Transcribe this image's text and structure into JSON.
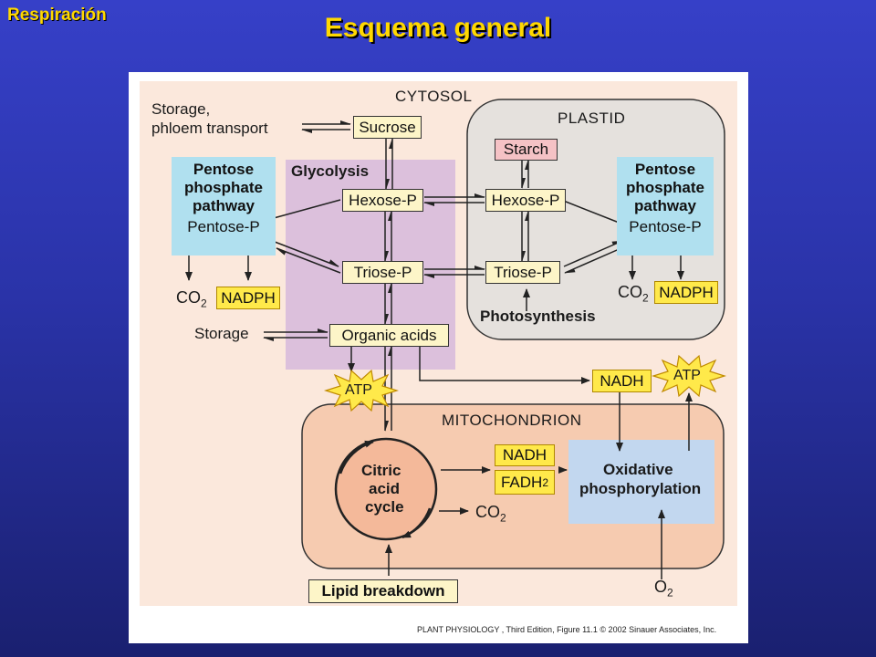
{
  "slide": {
    "tag": "Respiración",
    "title": "Esquema general"
  },
  "diagram": {
    "regions": {
      "cytosol": "CYTOSOL",
      "plastid": "PLASTID",
      "glycolysis": "Glycolysis",
      "mitochondrion": "MITOCHONDRION"
    },
    "nodes": {
      "storage_phloem_1": "Storage,",
      "storage_phloem_2": "phloem transport",
      "sucrose": "Sucrose",
      "starch": "Starch",
      "hexose_p_cyto": "Hexose-P",
      "hexose_p_plastid": "Hexose-P",
      "triose_p_cyto": "Triose-P",
      "triose_p_plastid": "Triose-P",
      "photosynthesis": "Photosynthesis",
      "organic_acids": "Organic acids",
      "storage": "Storage",
      "ppp_left_title": [
        "Pentose",
        "phosphate",
        "pathway"
      ],
      "ppp_left_product": "Pentose-P",
      "ppp_right_title": [
        "Pentose",
        "phosphate",
        "pathway"
      ],
      "ppp_right_product": "Pentose-P",
      "co2_left": "CO",
      "nadph_left": "NADPH",
      "co2_right": "CO",
      "nadph_right": "NADPH",
      "atp_left": "ATP",
      "atp_right": "ATP",
      "nadh_top": "NADH",
      "citric_cycle": [
        "Citric",
        "acid",
        "cycle"
      ],
      "nadh_mito": "NADH",
      "fadh2": "FADH",
      "co2_mito": "CO",
      "oxidative": [
        "Oxidative",
        "phosphorylation"
      ],
      "o2": "O",
      "lipid": "Lipid breakdown",
      "subscript_2": "2"
    },
    "caption": "PLANT PHYSIOLOGY , Third Edition, Figure 11.1  © 2002 Sinauer Associates, Inc."
  },
  "colors": {
    "background": "#2a33a8",
    "title": "#ffd800",
    "cytosol": "#fbe8dc",
    "plastid": "#e5e1dd",
    "glycolysis": "#dcc0dc",
    "mitochondrion": "#f6cbb0",
    "pathway_box": "#b0e0ef",
    "oxidative_box": "#c2d7ef",
    "cofactor": "#ffe94a",
    "starch": "#f5c2c5",
    "metabolite": "#fdf5c8"
  }
}
